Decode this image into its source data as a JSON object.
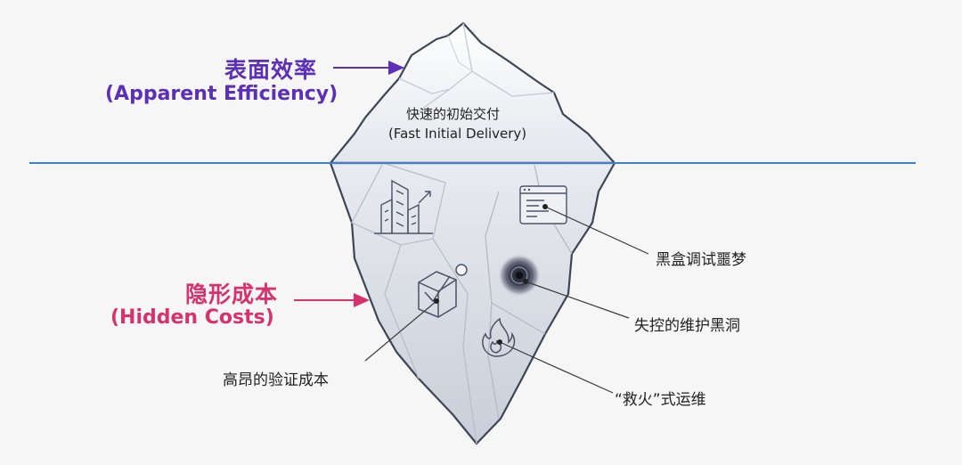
{
  "surface": {
    "title_zh": "表面效率",
    "title_en": "(Apparent Efficiency)",
    "color": "#5b2fb8",
    "tip_zh": "快速的初始交付",
    "tip_en": "(Fast Initial Delivery)"
  },
  "hidden": {
    "title_zh": "隐形成本",
    "title_en": "(Hidden Costs)",
    "color": "#d6336c",
    "items": [
      {
        "label": "高昂的验证成本",
        "icon": "box-check-icon"
      },
      {
        "label": "黑盒调试噩梦",
        "icon": "code-window-icon"
      },
      {
        "label": "失控的维护黑洞",
        "icon": "black-hole-icon"
      },
      {
        "label": "“救火”式运维",
        "icon": "fire-icon"
      }
    ],
    "extra_icons": [
      "building-growth-icon"
    ]
  },
  "waterline_color": "#3f7fcf"
}
